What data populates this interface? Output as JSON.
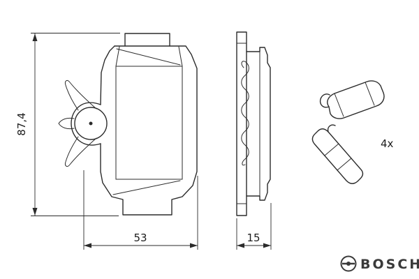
{
  "drawing": {
    "dim_height_label": "87,4",
    "dim_width_label": "53",
    "dim_thickness_label": "15",
    "clip_quantity_label": "4x",
    "brand_name": "BOSCH",
    "line_color": "#2b2b2b",
    "background_color": "#ffffff"
  }
}
